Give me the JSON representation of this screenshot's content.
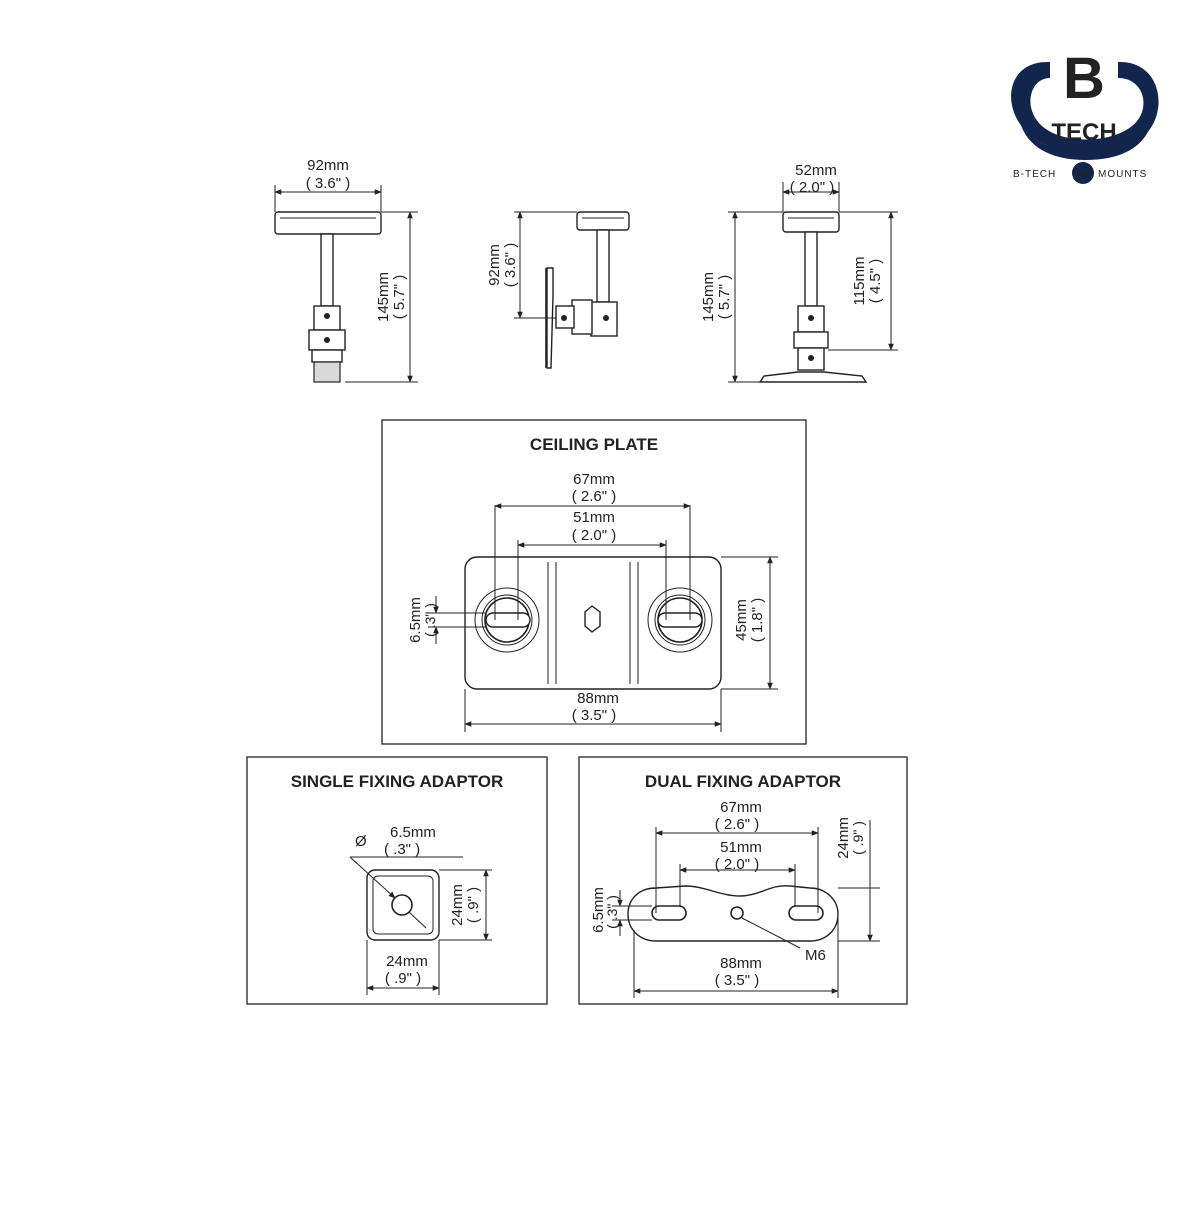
{
  "logo": {
    "letter": "B",
    "word": "TECH",
    "tagline_left": "B-TECH",
    "tagline_badge": "AV",
    "tagline_right": "MOUNTS",
    "navy": "#12264d"
  },
  "side_views": {
    "front": {
      "width_mm": "92mm",
      "width_in": "( 3.6\" )",
      "height_mm": "145mm",
      "height_in": "( 5.7\" )"
    },
    "wall": {
      "drop_mm": "92mm",
      "drop_in": "( 3.6\" )"
    },
    "side": {
      "width_mm": "52mm",
      "width_in": "( 2.0\" )",
      "height_mm": "145mm",
      "height_in": "( 5.7\" )",
      "inner_mm": "115mm",
      "inner_in": "( 4.5\" )"
    }
  },
  "ceiling_plate": {
    "title": "CEILING PLATE",
    "outer_mm": "67mm",
    "outer_in": "( 2.6\" )",
    "inner_mm": "51mm",
    "inner_in": "( 2.0\" )",
    "slot_mm": "6.5mm",
    "slot_in": "( .3\" )",
    "height_mm": "45mm",
    "height_in": "( 1.8\" )",
    "length_mm": "88mm",
    "length_in": "( 3.5\" )"
  },
  "single_adaptor": {
    "title": "SINGLE FIXING ADAPTOR",
    "diameter_symbol": "Ø",
    "hole_mm": "6.5mm",
    "hole_in": "( .3\" )",
    "height_mm": "24mm",
    "height_in": "( .9\" )",
    "width_mm": "24mm",
    "width_in": "( .9\" )"
  },
  "dual_adaptor": {
    "title": "DUAL FIXING ADAPTOR",
    "outer_mm": "67mm",
    "outer_in": "( 2.6\" )",
    "inner_mm": "51mm",
    "inner_in": "( 2.0\" )",
    "height_mm": "24mm",
    "height_in": "( .9\" )",
    "slot_mm": "6.5mm",
    "slot_in": "( .3\" )",
    "thread": "M6",
    "length_mm": "88mm",
    "length_in": "( 3.5\" )"
  }
}
